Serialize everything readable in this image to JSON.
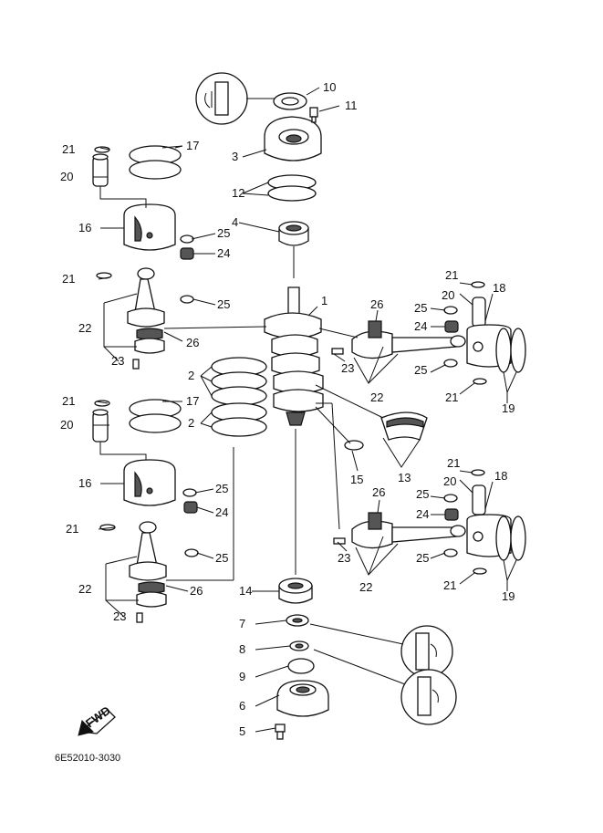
{
  "diagram": {
    "part_code": "6E52010-3030",
    "fwd_label": "FWD",
    "callouts": [
      "1",
      "2",
      "2",
      "3",
      "4",
      "5",
      "6",
      "7",
      "8",
      "9",
      "10",
      "11",
      "12",
      "13",
      "14",
      "15",
      "16",
      "16",
      "17",
      "17",
      "18",
      "18",
      "19",
      "19",
      "20",
      "20",
      "20",
      "20",
      "21",
      "21",
      "21",
      "21",
      "21",
      "21",
      "21",
      "21",
      "22",
      "22",
      "22",
      "22",
      "23",
      "23",
      "23",
      "23",
      "24",
      "24",
      "24",
      "24",
      "25",
      "25",
      "25",
      "25",
      "25",
      "25",
      "25",
      "25",
      "26",
      "26",
      "26",
      "26"
    ]
  },
  "colors": {
    "ink": "#111111",
    "paper": "#ffffff",
    "shade": "#555555"
  }
}
